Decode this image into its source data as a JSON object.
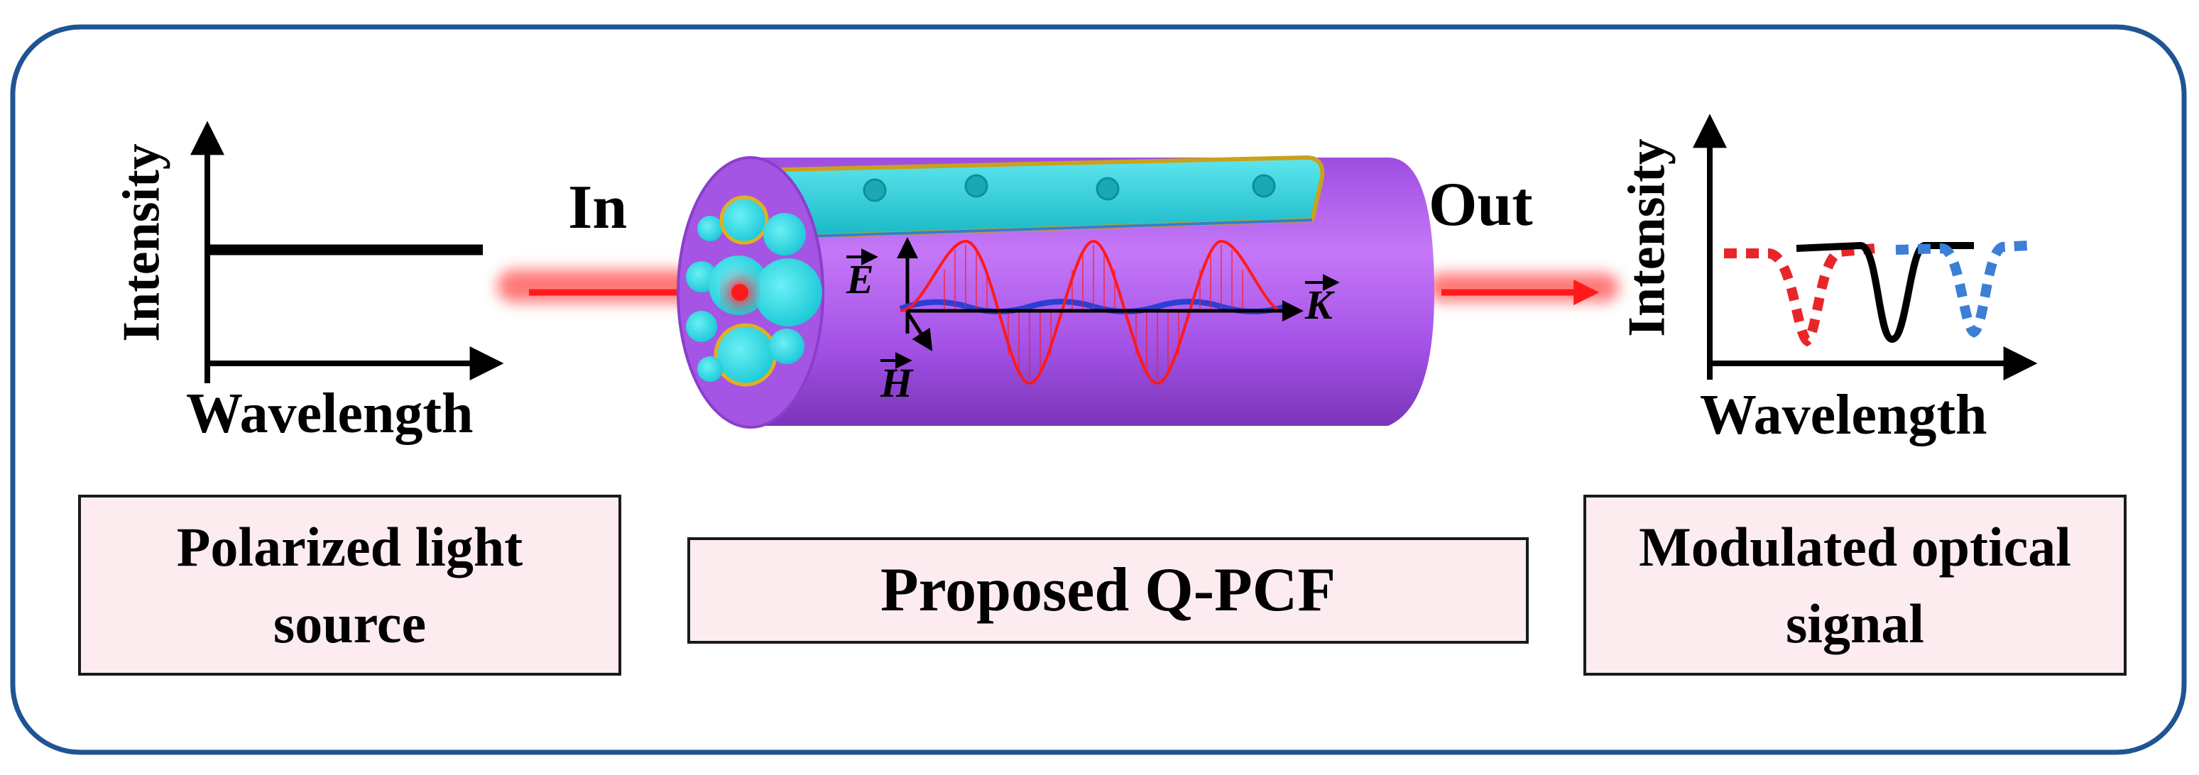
{
  "left_plot": {
    "y_label": "Intensity",
    "x_label": "Wavelength"
  },
  "right_plot": {
    "y_label": "Intensity",
    "x_label": "Wavelength"
  },
  "fiber": {
    "in_label": "In",
    "out_label": "Out",
    "e_label": "E",
    "h_label": "H",
    "k_label": "K"
  },
  "boxes": {
    "source_line1": "Polarized light",
    "source_line2": "source",
    "fiber": "Proposed Q-PCF",
    "signal_line1": "Modulated optical",
    "signal_line2": "signal"
  },
  "colors": {
    "frame": "#1f5494",
    "fiber_body": "#a855e8",
    "hole": "#22d3e0",
    "beam": "#ff1a1a",
    "h_wave": "#2a3fd6",
    "dip_left": "#e8262a",
    "dip_right": "#3b7fd6",
    "box_fill": "#fcecef"
  }
}
